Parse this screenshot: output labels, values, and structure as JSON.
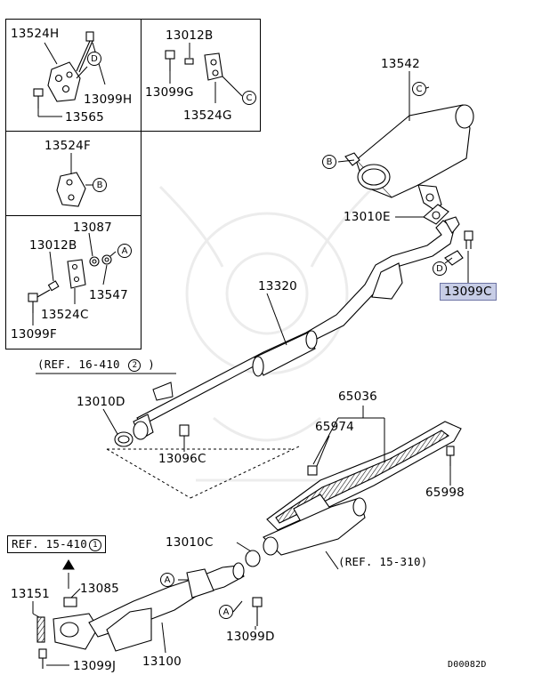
{
  "parts": {
    "p13524H": "13524H",
    "p13099H": "13099H",
    "p13565": "13565",
    "p13012B_top": "13012B",
    "p13099G": "13099G",
    "p13524G": "13524G",
    "p13524F": "13524F",
    "p13087": "13087",
    "p13012B_mid": "13012B",
    "p13547": "13547",
    "p13524C": "13524C",
    "p13099F": "13099F",
    "p13542": "13542",
    "p13010E": "13010E",
    "p13099C": "13099C",
    "p13320": "13320",
    "p13010D": "13010D",
    "p13096C": "13096C",
    "p65036": "65036",
    "p65974": "65974",
    "p65998": "65998",
    "p13010C": "13010C",
    "p13151": "13151",
    "p13085": "13085",
    "p13100": "13100",
    "p13099D": "13099D",
    "p13099J": "13099J"
  },
  "refs": {
    "ref_16_410_text": "(REF. 16-410",
    "ref_16_410_circle": "2",
    "ref_16_410_close": ")",
    "ref_15_410_text": "REF. 15-410",
    "ref_15_410_circle": "1",
    "ref_15_310": "(REF. 15-310)"
  },
  "callouts": {
    "A": "A",
    "B": "B",
    "C": "C",
    "D": "D"
  },
  "diagram_id": "D00082D",
  "highlight_color": "#c7cde6"
}
